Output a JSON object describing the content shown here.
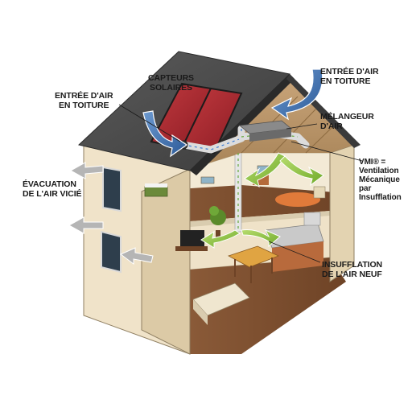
{
  "labels": {
    "capteurs": "CAPTEURS\nSOLAIRES",
    "entree_left": "ENTRÉE D'AIR\nEN TOITURE",
    "entree_right": "ENTRÉE D'AIR\nEN TOITURE",
    "melangeur": "MÉLANGEUR\nD'AIR",
    "vmi": "VMI® =\nVentilation\nMécanique par\nInsufflation",
    "evacuation": "ÉVACUATION\nDE L'AIR VICIÉ",
    "insufflation": "INSUFFLATION\nDE L'AIR NEUF"
  },
  "colors": {
    "roof": "#4a4a4a",
    "wall": "#efe2c8",
    "wall_side": "#e2d2b0",
    "panel": "#b3232f",
    "fresh_air_arrow": "#3a6aa8",
    "stale_air_arrow": "#9a9a9a",
    "insufflation_arrow": "#8cc63f",
    "duct": "#e6e6e6"
  }
}
